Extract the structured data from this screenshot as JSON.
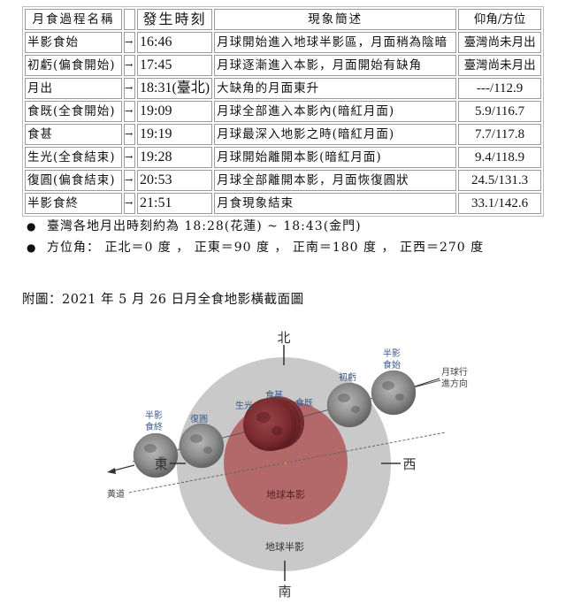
{
  "table": {
    "headers": [
      "月食過程名稱",
      "",
      "發生時刻",
      "現象簡述",
      "仰角/方位"
    ],
    "arrow": "→",
    "rows": [
      {
        "name": "半影食始",
        "time": "16:46",
        "desc": "月球開始進入地球半影區，月面稍為陰暗",
        "alt_az": "臺灣尚未月出"
      },
      {
        "name": "初虧(偏食開始)",
        "time": "17:45",
        "desc": "月球逐漸進入本影，月面開始有缺角",
        "alt_az": "臺灣尚未月出"
      },
      {
        "name": "月出",
        "time": "18:31(臺北)",
        "desc": "大缺角的月面東升",
        "alt_az": "---/112.9"
      },
      {
        "name": "食既(全食開始)",
        "time": "19:09",
        "desc": "月球全部進入本影內(暗紅月面)",
        "alt_az": "5.9/116.7"
      },
      {
        "name": "食甚",
        "time": "19:19",
        "desc": "月球最深入地影之時(暗紅月面)",
        "alt_az": "7.7/117.8"
      },
      {
        "name": "生光(全食結束)",
        "time": "19:28",
        "desc": "月球開始離開本影(暗紅月面)",
        "alt_az": "9.4/118.9"
      },
      {
        "name": "復圓(偏食結束)",
        "time": "20:53",
        "desc": "月球全部離開本影，月面恢復圓狀",
        "alt_az": "24.5/131.3"
      },
      {
        "name": "半影食終",
        "time": "21:51",
        "desc": "月食現象結束",
        "alt_az": "33.1/142.6"
      }
    ]
  },
  "notes": [
    {
      "bullet": "●",
      "text": "臺灣各地月出時刻約為 18:28(花蓮) ~ 18:43(金門)"
    },
    {
      "bullet": "●",
      "text": "方位角： 正北＝0 度 ， 正東＝90 度 ， 正南＝180 度 ， 正西＝270 度"
    }
  ],
  "caption": "附圖：2021 年 5 月 26 日月全食地影橫截面圖",
  "diagram": {
    "directions": {
      "north": "北",
      "south": "南",
      "east": "東",
      "west": "西"
    },
    "labels": {
      "umbra": "地球本影",
      "penumbra": "地球半影",
      "ecliptic": "黃道",
      "direction_line1": "月球行",
      "direction_line2": "進方向"
    },
    "moon_labels": {
      "penumbral_start_1": "半影",
      "penumbral_start_2": "食始",
      "first_contact": "初虧",
      "totality_start": "食既",
      "maximum": "食甚",
      "totality_end": "生光",
      "last_contact": "復圓",
      "penumbral_end_1": "半影",
      "penumbral_end_2": "食終"
    },
    "colors": {
      "penumbra": "#c9c9c9",
      "umbra": "#b3686a",
      "label_blue": "#3b5a8c",
      "eclipsed_moon": "#7a2a2e",
      "moon_gray": "#8a8a8a"
    }
  }
}
